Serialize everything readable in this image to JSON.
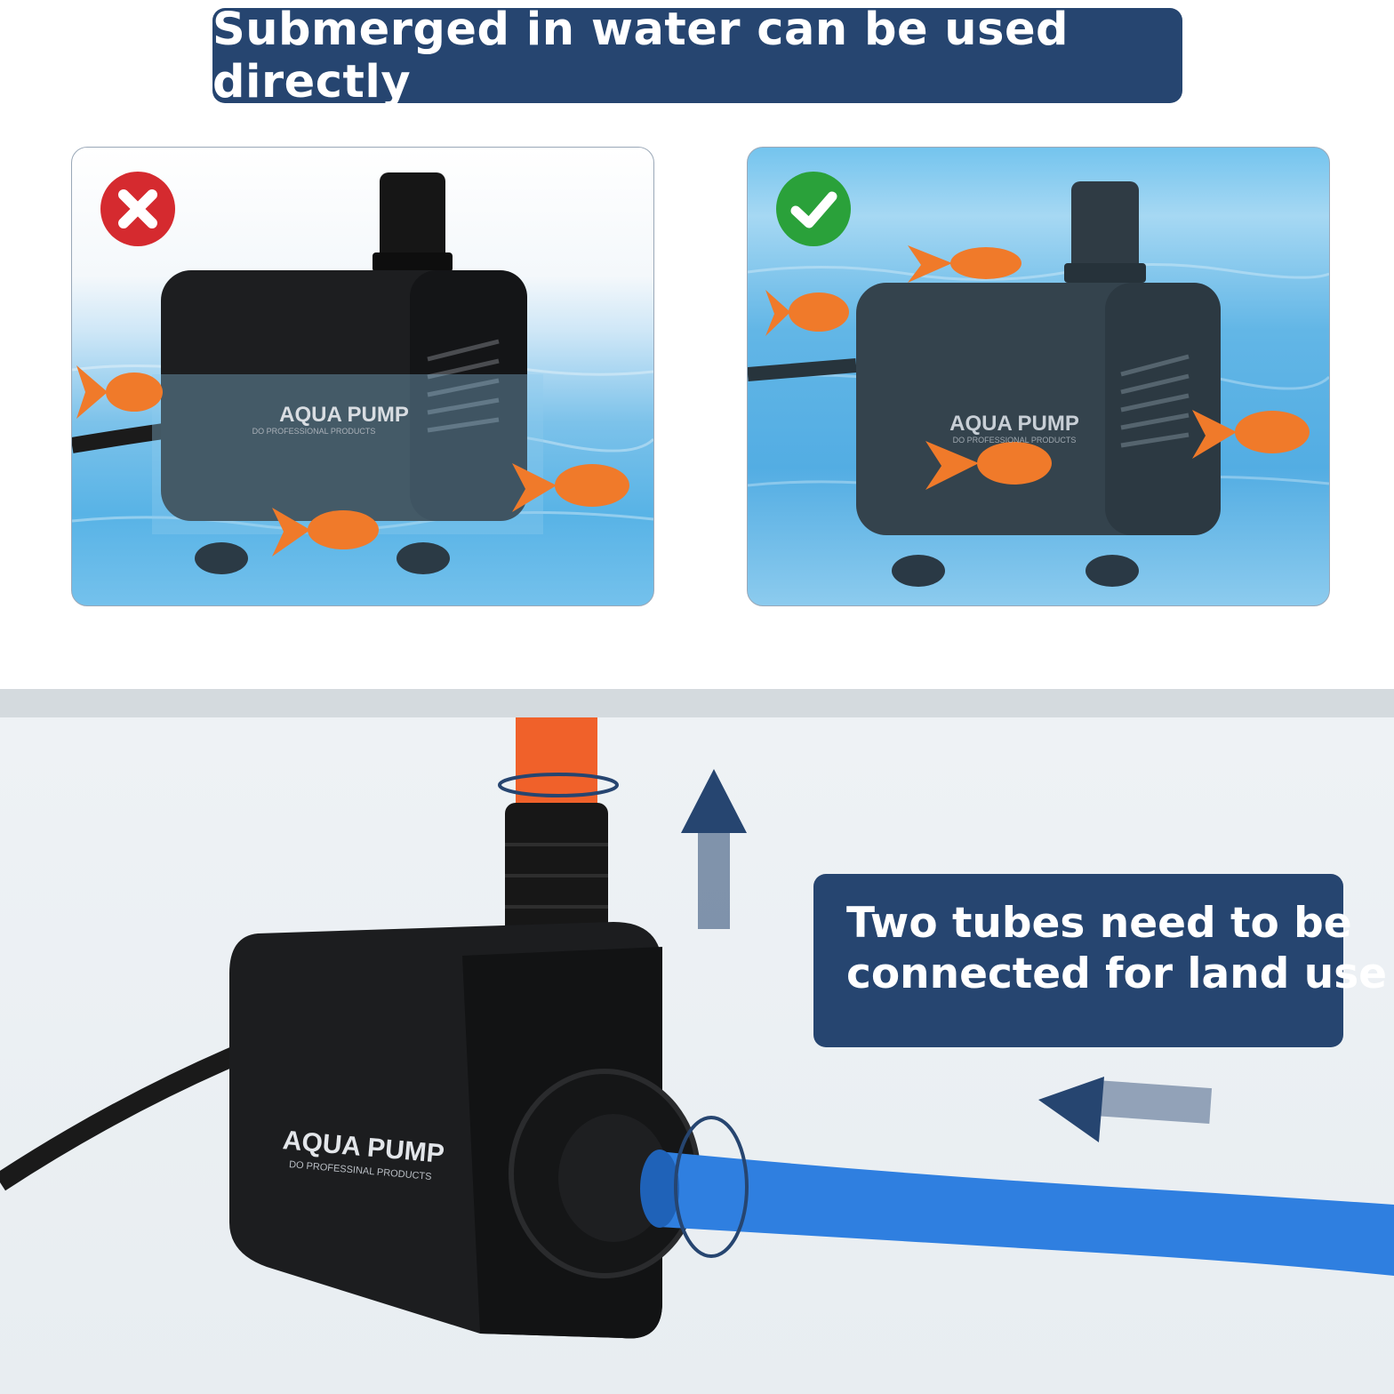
{
  "banner": {
    "text": "Submerged in water can be used directly"
  },
  "panels": {
    "left": {
      "status_icon": "close-x-icon",
      "status_color": "#d52a2f",
      "pump_brand": "AQUA PUMP",
      "pump_sub": "DO PROFESSIONAL PRODUCTS"
    },
    "right": {
      "status_icon": "checkmark-icon",
      "status_color": "#2aa13a",
      "pump_brand": "AQUA PUMP",
      "pump_sub": "DO PROFESSIONAL PRODUCTS"
    }
  },
  "land_use": {
    "callout_line1": "Two tubes need to be",
    "callout_line2": "connected for land use",
    "pump_brand": "AQUA PUMP",
    "pump_sub": "DO PROFESSINAL PRODUCTS"
  },
  "colors": {
    "banner": "#264570",
    "outlet_tube": "#f0612a",
    "inlet_tube": "#2f7fe0",
    "arrow": "#264570"
  }
}
